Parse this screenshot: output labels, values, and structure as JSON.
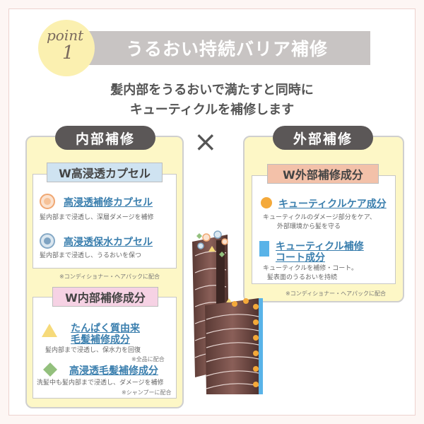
{
  "header": {
    "point_word": "point",
    "point_number": "1",
    "title": "うるおい持続バリア補修",
    "subtitle_line1": "髪内部をうるおいで満たすと同時に",
    "subtitle_line2": "キューティクルを補修します",
    "cross": "×"
  },
  "left_panel": {
    "heading": "内部補修",
    "capsule_box": {
      "label": "W高浸透カプセル",
      "items": [
        {
          "title": "高浸透補修カプセル",
          "desc": "髪内部まで浸透し、深層ダメージを補修",
          "icon": "orange-capsule-icon"
        },
        {
          "title": "高浸透保水カプセル",
          "desc": "髪内部まで浸透し、うるおいを保つ",
          "icon": "blue-capsule-icon"
        }
      ],
      "note": "※コンディショナー・ヘアパックに配合"
    },
    "component_box": {
      "label": "W内部補修成分",
      "items": [
        {
          "title_line1": "たんぱく質由来",
          "title_line2": "毛髪補修成分",
          "desc": "髪内部まで浸透し、保水力を回復",
          "note": "※全品に配合",
          "icon": "yellow-triangle-icon"
        },
        {
          "title": "高浸透毛髪補修成分",
          "desc": "洗髪中も髪内部まで浸透し、ダメージを補修",
          "note": "※シャンプーに配合",
          "icon": "green-diamond-icon"
        }
      ]
    }
  },
  "right_panel": {
    "heading": "外部補修",
    "box": {
      "label": "W外部補修成分",
      "items": [
        {
          "title": "キューティクルケア成分",
          "desc_line1": "キューティクルのダメージ部分をケア、",
          "desc_line2": "外部環境から髪を守る",
          "icon": "orange-dot-icon"
        },
        {
          "title_line1": "キューティクル補修",
          "title_line2": "コート成分",
          "desc_line1": "キューティクルを補修・コート。",
          "desc_line2": "髪表面のうるおいを持続",
          "icon": "blue-square-icon"
        }
      ]
    },
    "note": "※コンディショナー・ヘアパックに配合"
  },
  "colors": {
    "accent_blue": "#3b7fae",
    "panel_yellow": "#fdf7c6",
    "heading_gray": "#5b5757",
    "title_bar": "#c8c4c3"
  }
}
